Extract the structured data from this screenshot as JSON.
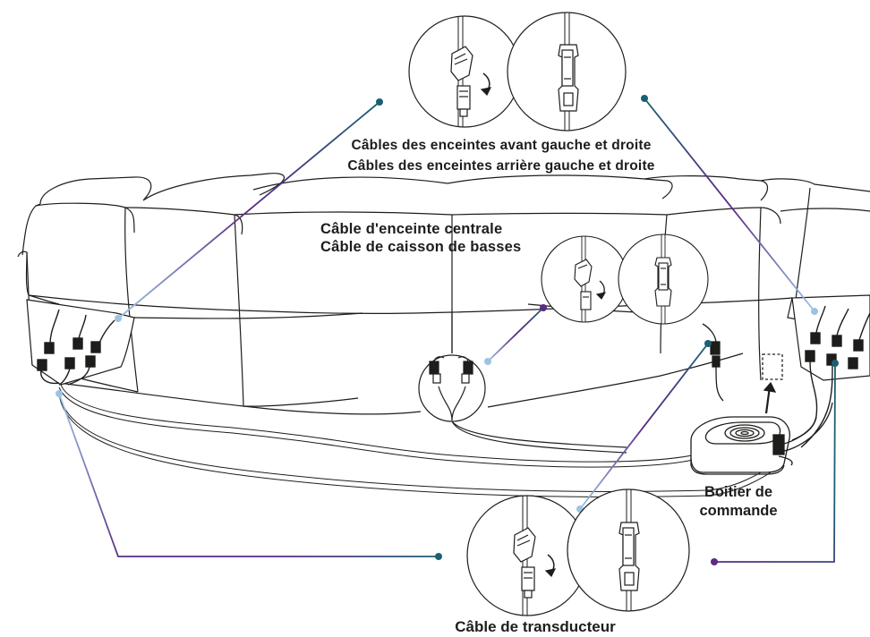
{
  "labels": {
    "front_speakers": "Câbles des enceintes avant gauche et droite",
    "rear_speakers": "Câbles des enceintes arrière gauche et droite",
    "center_speaker": "Câble d'enceinte centrale",
    "subwoofer": "Câble de caisson de basses",
    "control_box_line1": "Boitier de",
    "control_box_line2": "commande",
    "transducer": "Câble de transducteur"
  },
  "colors": {
    "line_art": "#1d1d1b",
    "leader_teal": "#1b5f73",
    "leader_purple": "#5b2a82",
    "leader_light_blue": "#9cc3e4"
  }
}
